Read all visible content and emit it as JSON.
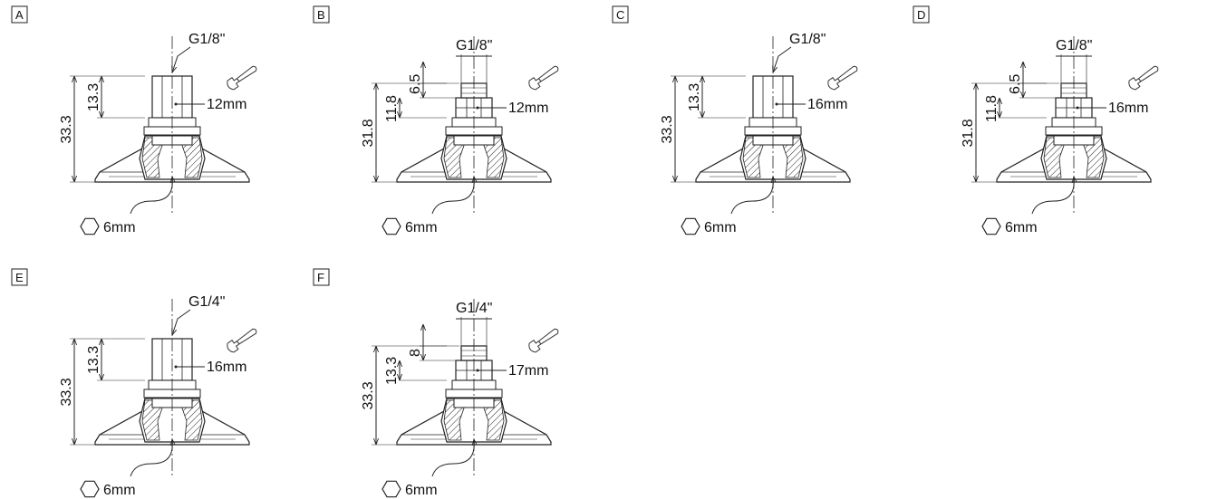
{
  "panels": [
    {
      "id": "A",
      "label": "A",
      "variant": "female",
      "thread": "G1/8\"",
      "overall": "33.3",
      "body": "13.3",
      "nut": "",
      "wrench": "12mm",
      "hex": "6mm"
    },
    {
      "id": "B",
      "label": "B",
      "variant": "male",
      "thread": "G1/8\"",
      "overall": "31.8",
      "body": "11.8",
      "nut": "6.5",
      "wrench": "12mm",
      "hex": "6mm"
    },
    {
      "id": "C",
      "label": "C",
      "variant": "female",
      "thread": "G1/8\"",
      "overall": "33.3",
      "body": "13.3",
      "nut": "",
      "wrench": "16mm",
      "hex": "6mm"
    },
    {
      "id": "D",
      "label": "D",
      "variant": "male",
      "thread": "G1/8\"",
      "overall": "31.8",
      "body": "11.8",
      "nut": "6.5",
      "wrench": "16mm",
      "hex": "6mm"
    },
    {
      "id": "E",
      "label": "E",
      "variant": "female",
      "thread": "G1/4\"",
      "overall": "33.3",
      "body": "13.3",
      "nut": "",
      "wrench": "16mm",
      "hex": "6mm"
    },
    {
      "id": "F",
      "label": "F",
      "variant": "male",
      "thread": "G1/4\"",
      "overall": "33.3",
      "body": "13.3",
      "nut": "8",
      "wrench": "17mm",
      "hex": "6mm"
    }
  ],
  "icons": {
    "wrench": "wrench-icon",
    "hex": "hexagon-icon"
  }
}
